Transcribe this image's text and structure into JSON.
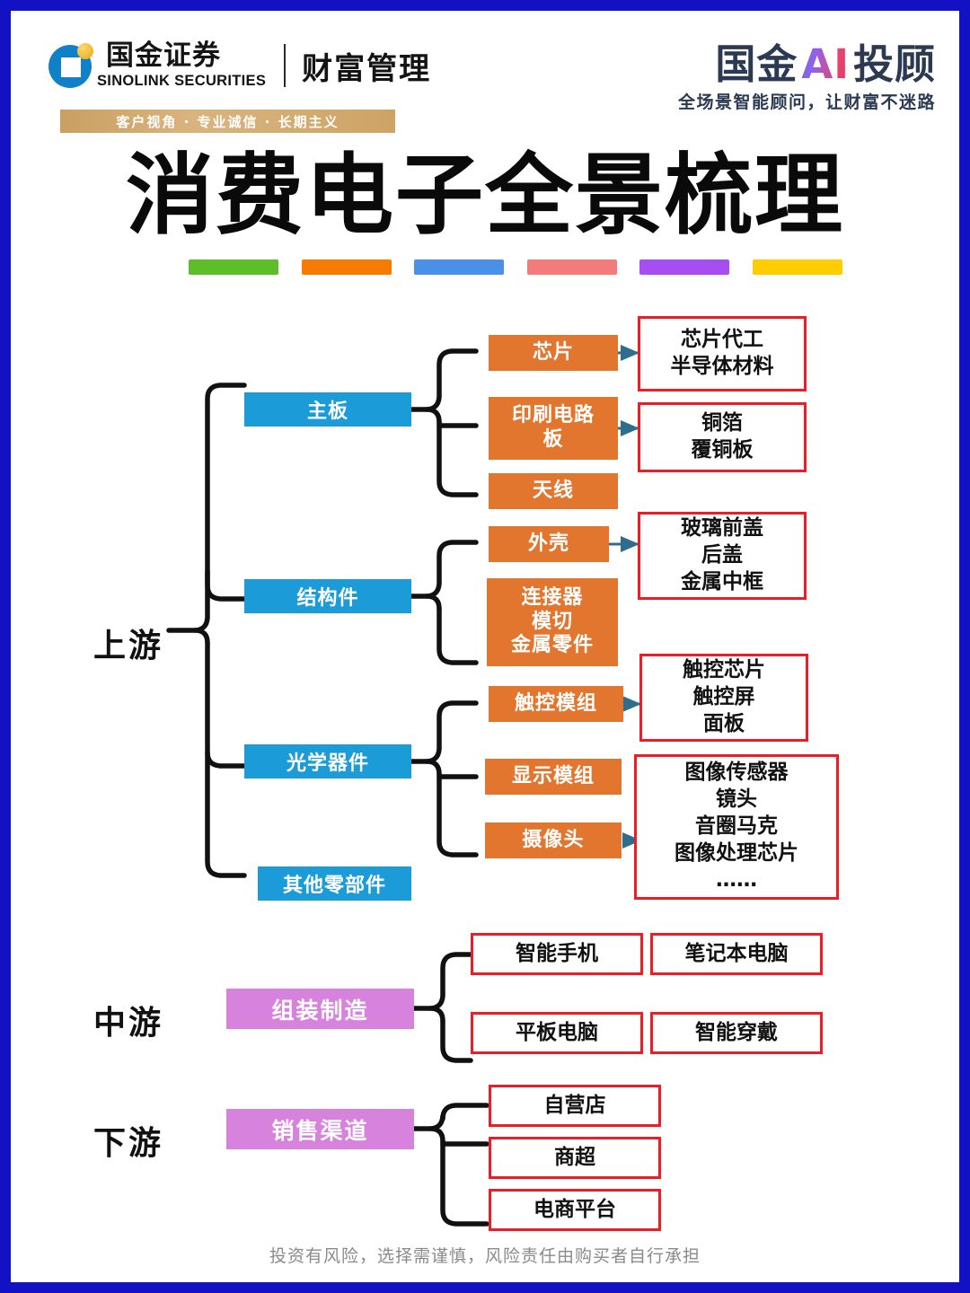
{
  "brand": {
    "logo_cn": "国金证券",
    "logo_en": "SINOLINK SECURITIES",
    "wealth_management": "财富管理",
    "tagline": "客户视角  ·  专业诚信  ·  长期主义",
    "ai_title_prefix": "国金",
    "ai_title_mark": "AI",
    "ai_title_suffix": "投顾",
    "ai_subtitle": "全场景智能顾问，让财富不迷路"
  },
  "title": {
    "main": "消费电子全景梳理",
    "bar_colors": [
      "#5cbf2a",
      "#f57c00",
      "#4a90e8",
      "#f57b7b",
      "#a64ef0",
      "#ffcc00"
    ]
  },
  "stages": {
    "upstream": "上游",
    "midstream": "中游",
    "downstream": "下游"
  },
  "upstream": {
    "categories": [
      {
        "label": "主板",
        "items": [
          {
            "label": "芯片",
            "detail": "芯片代工\n半导体材料"
          },
          {
            "label": "印刷电路\n板",
            "detail": "铜箔\n覆铜板"
          },
          {
            "label": "天线",
            "detail": ""
          }
        ]
      },
      {
        "label": "结构件",
        "items": [
          {
            "label": "外壳",
            "detail": "玻璃前盖\n后盖\n金属中框"
          },
          {
            "label": "连接器\n模切\n金属零件",
            "detail": ""
          }
        ]
      },
      {
        "label": "光学器件",
        "items": [
          {
            "label": "触控模组",
            "detail": "触控芯片\n触控屏\n面板"
          },
          {
            "label": "显示模组",
            "detail": ""
          },
          {
            "label": "摄像头",
            "detail": "图像传感器\n镜头\n音圈马克\n图像处理芯片\n……"
          }
        ]
      },
      {
        "label": "其他零部件",
        "items": []
      }
    ]
  },
  "midstream": {
    "label": "组装制造",
    "products": [
      "智能手机",
      "笔记本电脑",
      "平板电脑",
      "智能穿戴"
    ]
  },
  "downstream": {
    "label": "销售渠道",
    "channels": [
      "自营店",
      "商超",
      "电商平台"
    ]
  },
  "footer": {
    "disclaimer": "投资有风险，选择需谨慎，风险责任由购买者自行承担"
  }
}
